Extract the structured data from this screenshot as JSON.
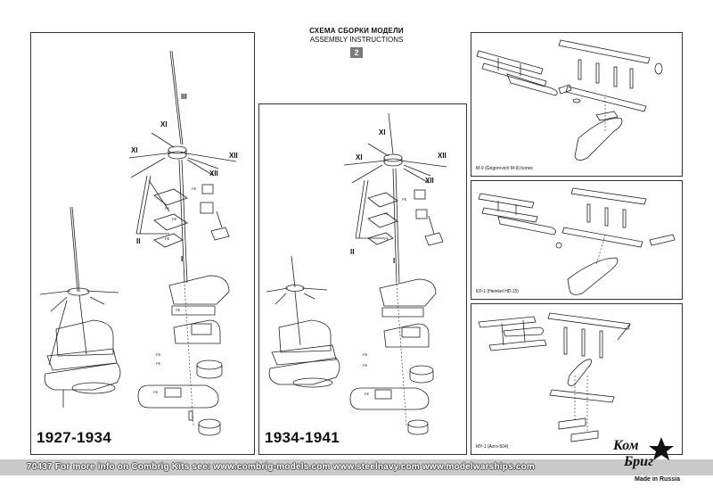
{
  "header": {
    "title_ru": "СХЕМА СБОРКИ МОДЕЛИ",
    "title_en": "ASSEMBLY INSTRUCTIONS",
    "page": "2"
  },
  "panels": {
    "left": {
      "years": "1927-1934",
      "labels": [
        "III",
        "XI",
        "XI",
        "XII",
        "XII",
        "II",
        "I"
      ],
      "pe": [
        "PE",
        "PE",
        "PE",
        "PE",
        "PE",
        "PE",
        "PE",
        "PE"
      ]
    },
    "middle": {
      "years": "1934-1941",
      "labels": [
        "XI",
        "XI",
        "XII",
        "XII",
        "II",
        "I"
      ],
      "pe": [
        "PE",
        "PE",
        "PE",
        "PE",
        "PE",
        "PE"
      ]
    },
    "right": [
      {
        "caption": "M-9 (Grigorovich M-9) bones"
      },
      {
        "caption": "KP-1 (Heinkel HD.15)"
      },
      {
        "caption": "MY-1 (Avro-504)"
      }
    ]
  },
  "footer": {
    "text": "70437   For more info on Combrig Kits see:   www.combrig-models.com   www.steelnavy.com   www.modelwarships.com"
  },
  "logo": {
    "top": "Ком",
    "bottom": "Бриг",
    "made": "Made in Russia"
  }
}
